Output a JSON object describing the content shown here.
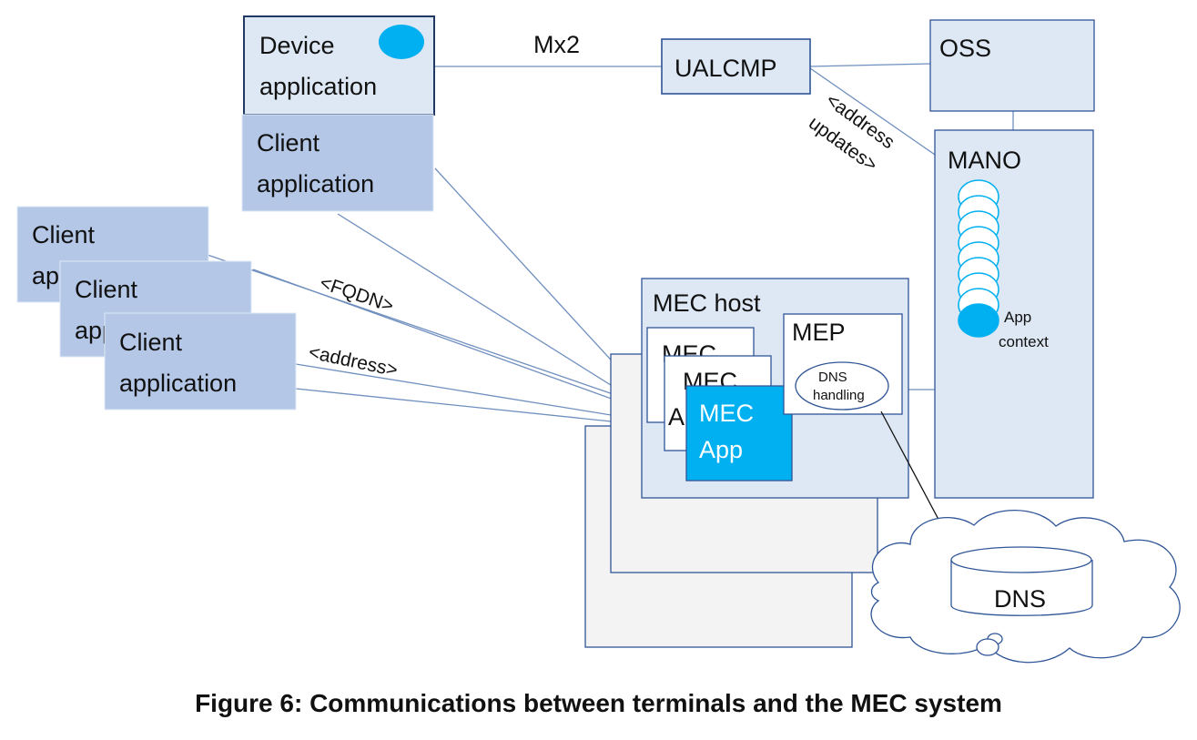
{
  "diagram": {
    "device_application": "Device application",
    "client_application": "Client application",
    "ualcmp": "UALCMP",
    "oss": "OSS",
    "mano": "MANO",
    "app_context_line1": "App",
    "app_context_line2": "context",
    "mx2": "Mx2",
    "address_updates_line1": "<address",
    "address_updates_line2": "updates>",
    "fqdn": "<FQDN>",
    "address": "<address>",
    "mec_host": "MEC host",
    "mep": "MEP",
    "dns_handling_line1": "DNS",
    "dns_handling_line2": "handling",
    "mec_app_back": "MEC",
    "mec_app_front_line1": "MEC",
    "mec_app_front_line2": "App",
    "dns": "DNS",
    "client1_line1": "Client",
    "client1_line2": "application",
    "client2_line1": "Client",
    "client2_line2": "application",
    "client3_line1": "Client",
    "client3_line2": "application"
  },
  "caption": "Figure 6: Communications between terminals and the MEC system",
  "colors": {
    "box_light": "#dde8f4",
    "box_medium": "#b4c7e7",
    "border": "#2f5597",
    "accent": "#00b0f0"
  }
}
